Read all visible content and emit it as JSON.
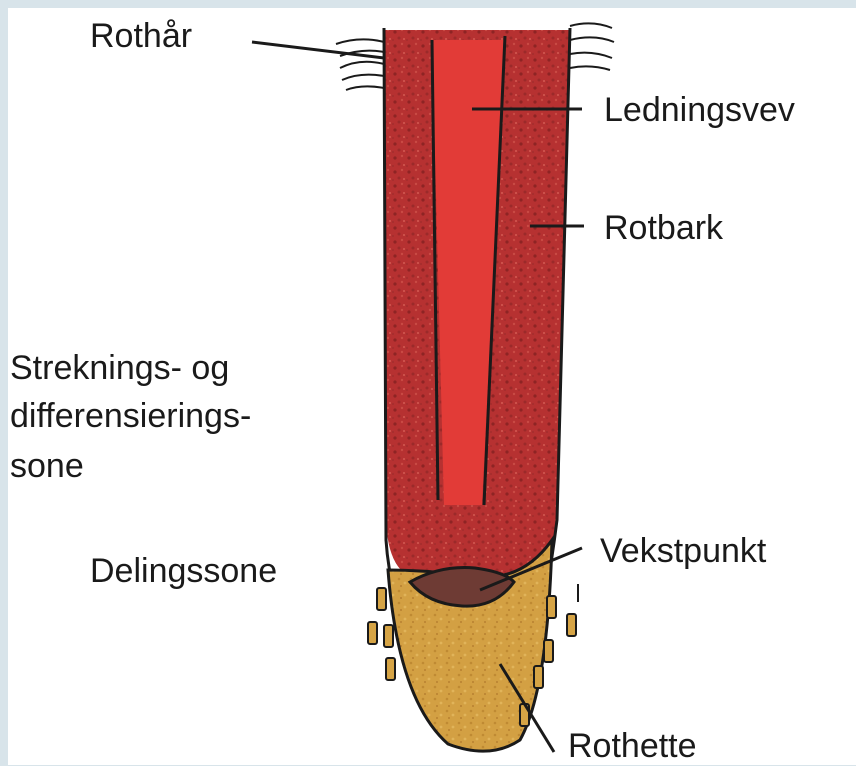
{
  "labels": {
    "root_hair": "Rothår",
    "vascular_tissue": "Ledningsvev",
    "cortex": "Rotbark",
    "elongation_zone_line1": "Streknings- og",
    "elongation_zone_line2": "differensierings-",
    "elongation_zone_line3": "sone",
    "division_zone": "Delingssone",
    "growth_point": "Vekstpunkt",
    "root_cap": "Rothette"
  },
  "colors": {
    "frame": "#d8e4ea",
    "cortex": "#b83232",
    "vascular": "#e03a36",
    "root_cap": "#d6a445",
    "meristem": "#6e3b34",
    "outline": "#1a1a1a"
  }
}
